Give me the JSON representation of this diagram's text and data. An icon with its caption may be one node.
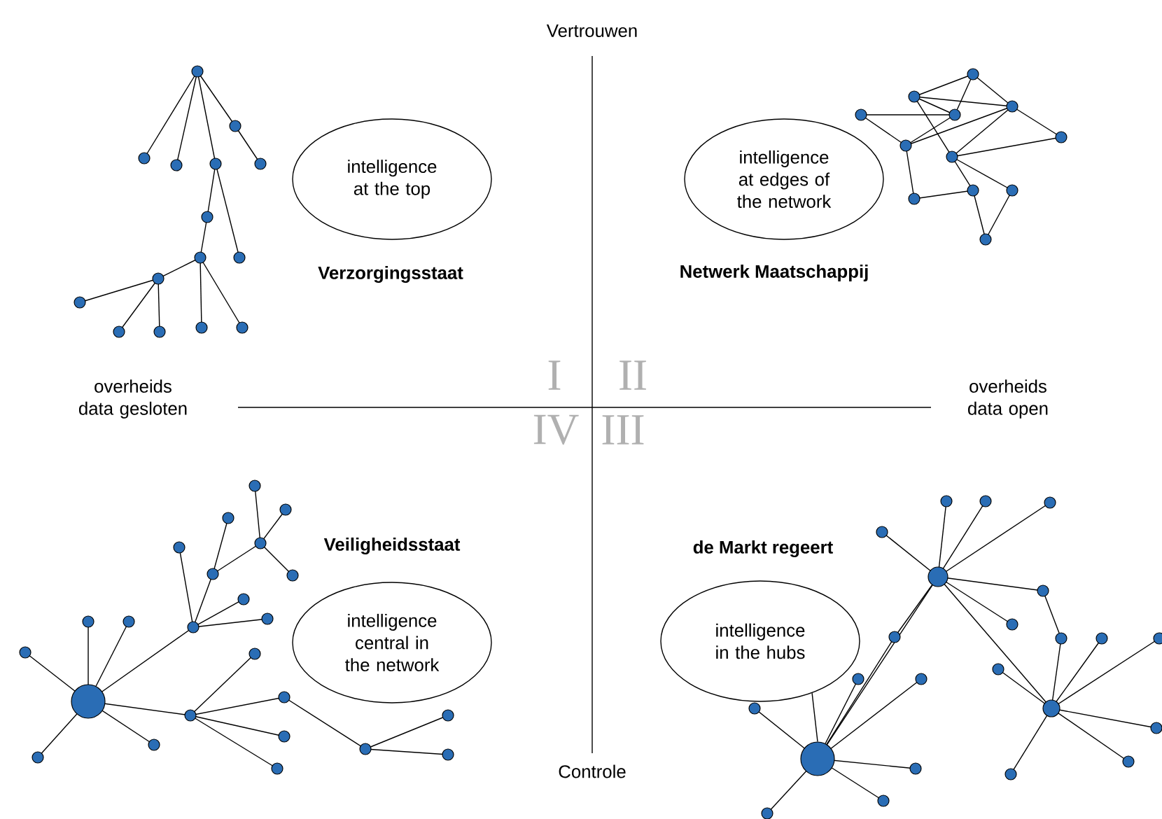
{
  "diagram": {
    "nodes": [
      {
        "text": [
          "intelligence at the top"
        ]
      },
      {
        "text": [
          "intelligence at edges of the network"
        ]
      },
      {
        "text": [
          "intelligence central in the network"
        ]
      },
      {
        "text": [
          "intelligence in the hubs"
        ]
      },
      {
        "text": [],
        "shape": "circle"
      }
    ],
    "edges": [
      {
        "from": 3,
        "to": 4,
        "arrow": "none"
      }
    ],
    "labels": [
      "Vertrouwen",
      "Verzorgingsstaat",
      "Netwerk Maatschappij",
      "overheids data gesloten",
      "I",
      "II",
      "overheids data open",
      "IV",
      "III",
      "Veiligheidsstaat",
      "de Markt regeert",
      "Controle"
    ]
  }
}
